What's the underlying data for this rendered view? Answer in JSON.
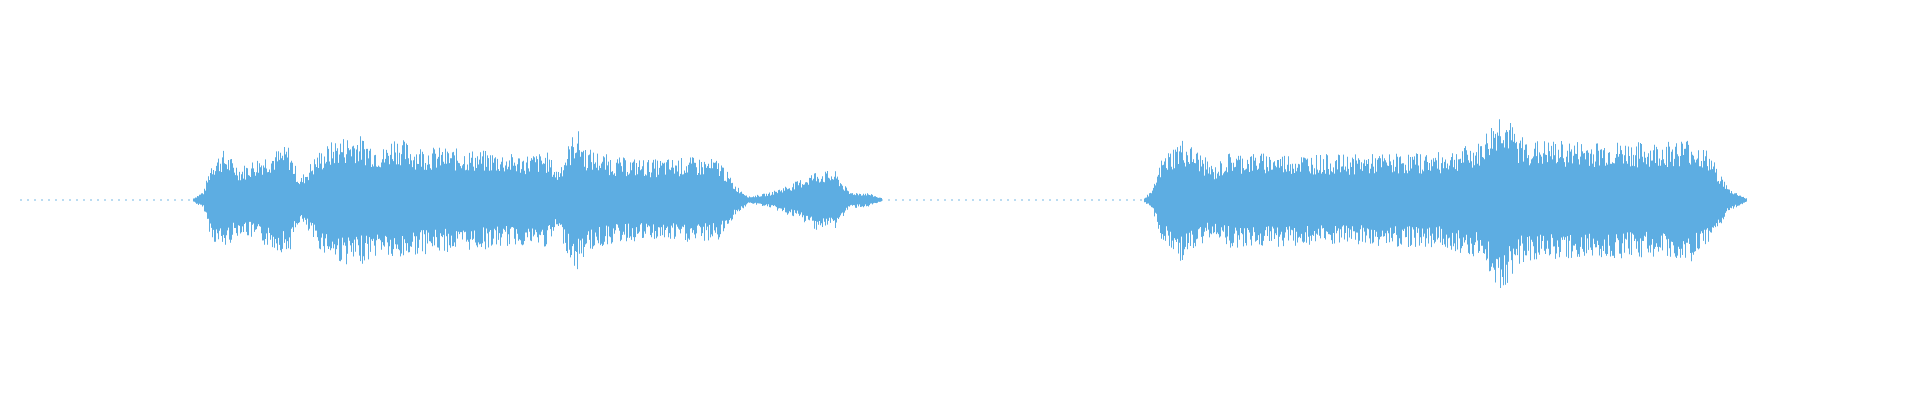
{
  "waveform": {
    "color": "#5dade2",
    "background": "#ffffff",
    "segments": [
      {
        "start": 0.01,
        "end": 0.105,
        "kind": "silence"
      },
      {
        "start": 0.105,
        "end": 0.385,
        "kind": "speech"
      },
      {
        "start": 0.385,
        "end": 0.46,
        "kind": "speech-soft"
      },
      {
        "start": 0.46,
        "end": 0.6,
        "kind": "silence"
      },
      {
        "start": 0.6,
        "end": 0.91,
        "kind": "speech"
      }
    ],
    "envelope": [
      [
        0.01,
        0.01
      ],
      [
        0.1,
        0.01
      ],
      [
        0.106,
        0.08
      ],
      [
        0.11,
        0.34
      ],
      [
        0.116,
        0.42
      ],
      [
        0.125,
        0.28
      ],
      [
        0.135,
        0.37
      ],
      [
        0.15,
        0.46
      ],
      [
        0.156,
        0.18
      ],
      [
        0.165,
        0.4
      ],
      [
        0.175,
        0.52
      ],
      [
        0.185,
        0.56
      ],
      [
        0.19,
        0.52
      ],
      [
        0.2,
        0.44
      ],
      [
        0.205,
        0.55
      ],
      [
        0.215,
        0.46
      ],
      [
        0.23,
        0.44
      ],
      [
        0.255,
        0.41
      ],
      [
        0.27,
        0.38
      ],
      [
        0.285,
        0.4
      ],
      [
        0.29,
        0.25
      ],
      [
        0.3,
        0.62
      ],
      [
        0.305,
        0.44
      ],
      [
        0.32,
        0.36
      ],
      [
        0.34,
        0.34
      ],
      [
        0.36,
        0.36
      ],
      [
        0.375,
        0.34
      ],
      [
        0.382,
        0.14
      ],
      [
        0.39,
        0.03
      ],
      [
        0.4,
        0.06
      ],
      [
        0.415,
        0.16
      ],
      [
        0.425,
        0.25
      ],
      [
        0.435,
        0.24
      ],
      [
        0.442,
        0.07
      ],
      [
        0.452,
        0.06
      ],
      [
        0.46,
        0.01
      ],
      [
        0.595,
        0.01
      ],
      [
        0.6,
        0.08
      ],
      [
        0.605,
        0.36
      ],
      [
        0.615,
        0.52
      ],
      [
        0.625,
        0.4
      ],
      [
        0.632,
        0.28
      ],
      [
        0.64,
        0.4
      ],
      [
        0.7,
        0.38
      ],
      [
        0.75,
        0.4
      ],
      [
        0.77,
        0.48
      ],
      [
        0.782,
        0.78
      ],
      [
        0.79,
        0.55
      ],
      [
        0.8,
        0.5
      ],
      [
        0.84,
        0.49
      ],
      [
        0.86,
        0.48
      ],
      [
        0.88,
        0.52
      ],
      [
        0.89,
        0.4
      ],
      [
        0.9,
        0.1
      ],
      [
        0.91,
        0.01
      ]
    ]
  }
}
